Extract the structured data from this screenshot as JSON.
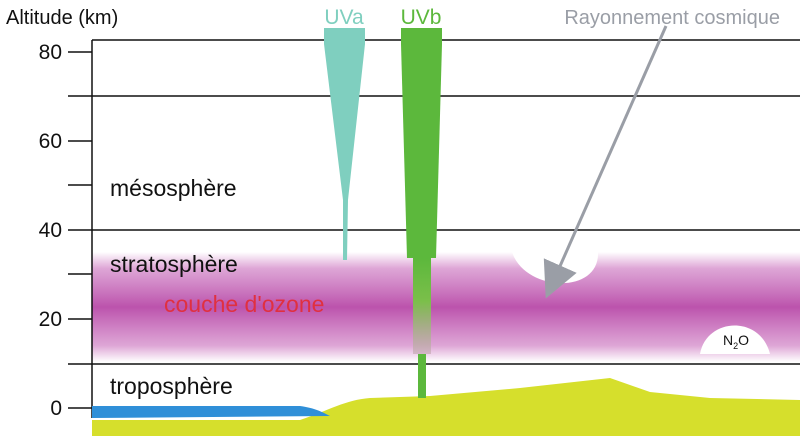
{
  "y_axis": {
    "title": "Altitude (km)",
    "tick_labels": [
      "80",
      "60",
      "40",
      "20",
      "0"
    ]
  },
  "layers": {
    "mesosphere": "mésosphère",
    "stratosphere": "stratosphère",
    "ozone": "couche d'ozone",
    "troposphere": "troposphère"
  },
  "radiation": {
    "uva": "UVa",
    "uvb": "UVb",
    "cosmic": "Rayonnement cosmique"
  },
  "n2o": {
    "base": "N",
    "sub": "2",
    "tail": "O"
  },
  "colors": {
    "uva": "#7fcfbf",
    "uvb": "#5cb83c",
    "ozone": "#c25cb4",
    "ozone_text": "#e03040",
    "cosmic": "#9a9ea6",
    "ground": "#d6df2c",
    "water": "#2f8fd8"
  }
}
